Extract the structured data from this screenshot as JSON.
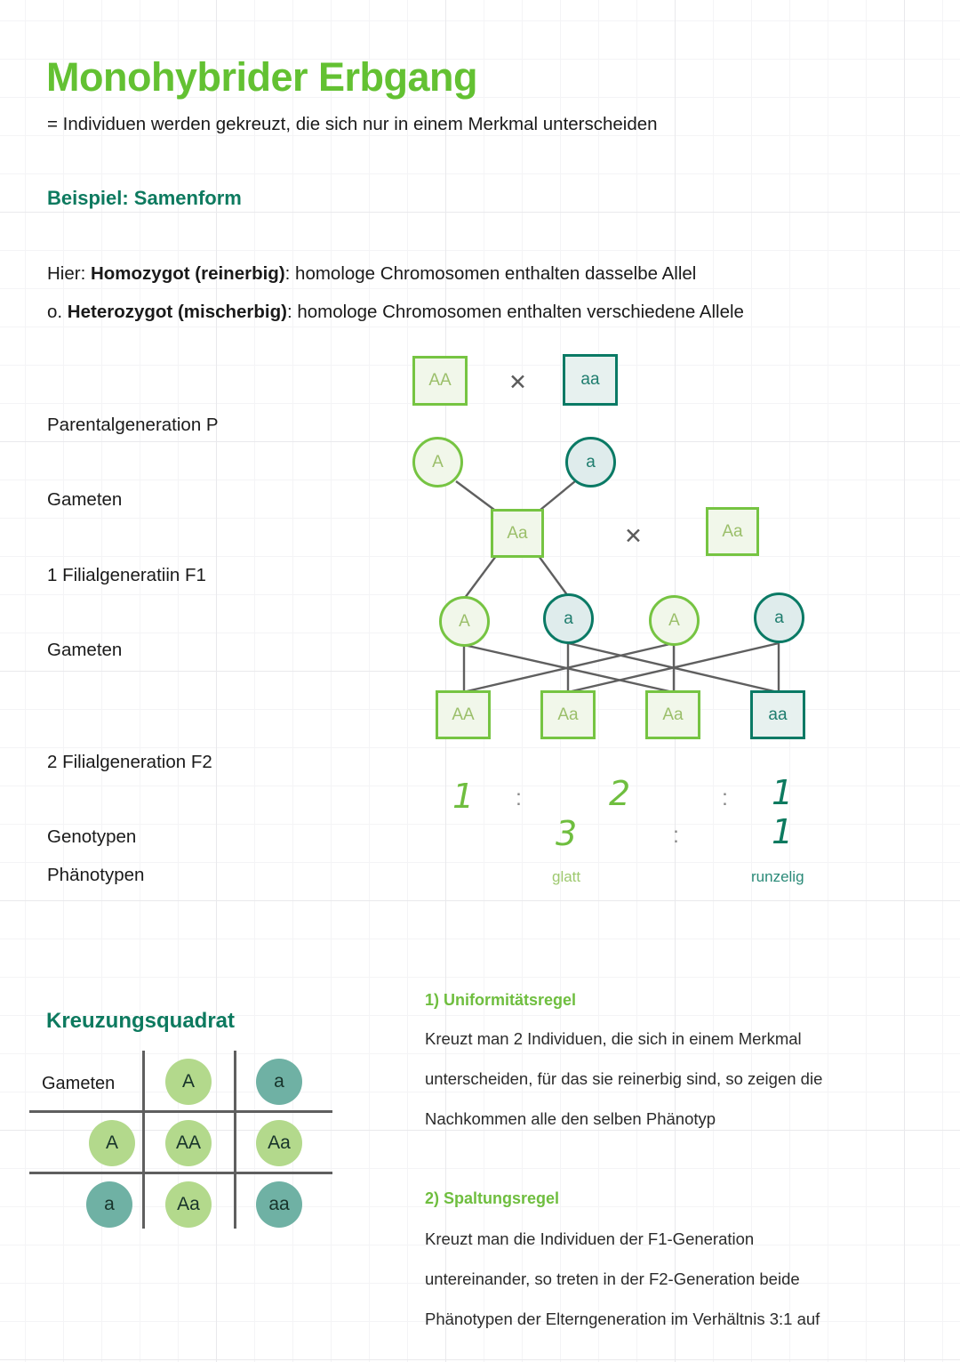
{
  "header": {
    "title": "Monohybrider Erbgang",
    "subtitle": "= Individuen werden gekreuzt, die sich nur in einem Merkmal unterscheiden",
    "section": "Beispiel: Samenform"
  },
  "definitions": {
    "line1_prefix": "Hier: ",
    "line1_bold": "Homozygot (reinerbig)",
    "line1_rest": ": homologe Chromosomen enthalten dasselbe Allel",
    "line2_prefix": "o. ",
    "line2_bold": "Heterozygot (mischerbig)",
    "line2_rest": ": homologe Chromosomen enthalten verschiedene Allele"
  },
  "row_labels": [
    "Parentalgeneration P",
    "Gameten",
    "1 Filialgeneratiin F1",
    "Gameten",
    "2 Filialgeneration F2",
    "Genotypen",
    "Phänotypen"
  ],
  "pedigree": {
    "p_generation": [
      {
        "label": "AA",
        "type": "square",
        "variant": "dominant"
      },
      {
        "label": "aa",
        "type": "square",
        "variant": "recessive"
      }
    ],
    "p_gametes": [
      {
        "label": "A",
        "type": "circle",
        "variant": "dominant"
      },
      {
        "label": "a",
        "type": "circle",
        "variant": "recessive"
      }
    ],
    "f1_generation": [
      {
        "label": "Aa",
        "type": "square",
        "variant": "dominant"
      },
      {
        "label": "Aa",
        "type": "square",
        "variant": "dominant"
      }
    ],
    "f1_gametes": [
      {
        "label": "A",
        "type": "circle",
        "variant": "dominant"
      },
      {
        "label": "a",
        "type": "circle",
        "variant": "recessive"
      },
      {
        "label": "A",
        "type": "circle",
        "variant": "dominant"
      },
      {
        "label": "a",
        "type": "circle",
        "variant": "recessive"
      }
    ],
    "f2_generation": [
      {
        "label": "AA",
        "type": "square",
        "variant": "dominant"
      },
      {
        "label": "Aa",
        "type": "square",
        "variant": "dominant"
      },
      {
        "label": "Aa",
        "type": "square",
        "variant": "dominant"
      },
      {
        "label": "aa",
        "type": "square",
        "variant": "recessive"
      }
    ],
    "cross_symbol": "✕"
  },
  "ratios": {
    "genotype": {
      "v1": "1",
      "sep1": ":",
      "v2": "2",
      "sep2": ":",
      "v3": "1"
    },
    "phenotype": {
      "v1": "3",
      "sep1": ":",
      "v2": "1"
    },
    "phenotype_labels": {
      "dominant": "glatt",
      "recessive": "runzelig"
    }
  },
  "punnett": {
    "title": "Kreuzungsquadrat",
    "corner_label": "Gameten",
    "col_headers": [
      {
        "label": "A",
        "variant": "dominant"
      },
      {
        "label": "a",
        "variant": "recessive"
      }
    ],
    "row_headers": [
      {
        "label": "A",
        "variant": "dominant"
      },
      {
        "label": "a",
        "variant": "recessive"
      }
    ],
    "cells": [
      [
        {
          "label": "AA",
          "variant": "dominant"
        },
        {
          "label": "Aa",
          "variant": "dominant"
        }
      ],
      [
        {
          "label": "Aa",
          "variant": "dominant"
        },
        {
          "label": "aa",
          "variant": "recessive"
        }
      ]
    ]
  },
  "rules": [
    {
      "title": "1) Uniformitätsregel",
      "lines": [
        "Kreuzt man 2 Individuen, die sich in einem Merkmal",
        "unterscheiden, für das sie reinerbig sind, so zeigen die",
        "Nachkommen alle den selben Phänotyp"
      ]
    },
    {
      "title": "2) Spaltungsregel",
      "lines": [
        "Kreuzt man die Individuen der F1-Generation",
        "untereinander, so treten in der F2-Generation beide",
        "Phänotypen der Elterngeneration im Verhältnis 3:1 auf"
      ]
    }
  ],
  "colors": {
    "title_green": "#63c132",
    "heading_teal": "#0d7a5f",
    "dominant_border": "#76c442",
    "recessive_border": "#0a7a65",
    "line_gray": "#5f5f5f"
  }
}
